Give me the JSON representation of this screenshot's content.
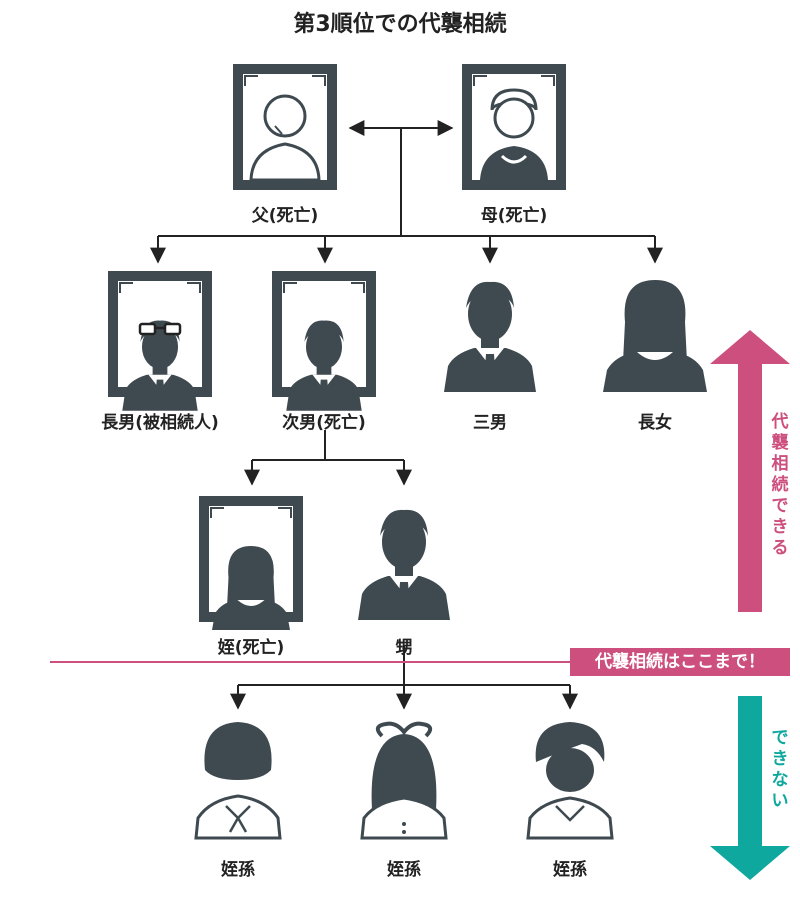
{
  "title": "第3順位での代襲相続",
  "people": {
    "father": "父(死亡)",
    "mother": "母(死亡)",
    "eldest_son": "長男(被相続人)",
    "second_son": "次男(死亡)",
    "third_son": "三男",
    "eldest_daughter": "長女",
    "niece": "姪(死亡)",
    "nephew": "甥",
    "grandniece_1": "姪孫",
    "grandniece_2": "姪孫",
    "grandnephew": "姪孫"
  },
  "annotations": {
    "up_arrow_text": "代襲相続できる",
    "banner_text": "代襲相続はここまで！",
    "down_arrow_text": "できない"
  },
  "colors": {
    "figure": "#3e4a50",
    "pink": "#cc4f7e",
    "teal": "#0fa89e",
    "line": "#222222"
  }
}
